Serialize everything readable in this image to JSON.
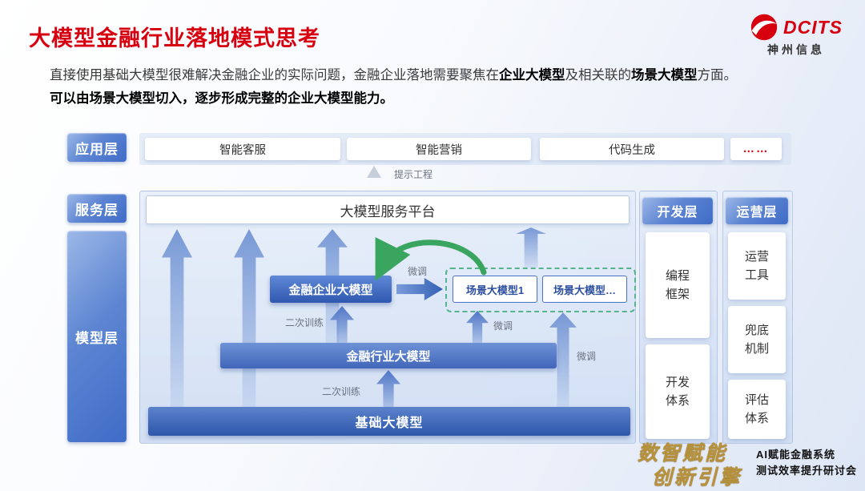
{
  "header": {
    "title": "大模型金融行业落地模式思考",
    "logo_brand": "DCITS",
    "logo_company": "神州信息"
  },
  "intro": {
    "p1_a": "直接使用基础大模型很难解决金融企业的实际问题，金融企业落地需要聚焦在",
    "p1_b": "企业大模型",
    "p1_c": "及相关联的",
    "p1_d": "场景大模型",
    "p1_e": "方面。",
    "p2": "可以由场景大模型切入，逐步形成完整的企业大模型能力。"
  },
  "app_layer": {
    "label": "应用层",
    "items": [
      "智能客服",
      "智能营销",
      "代码生成",
      "……"
    ],
    "hint": "提示工程"
  },
  "service_layer": {
    "label": "服务层",
    "platform": "大模型服务平台"
  },
  "model_layer": {
    "label": "模型层",
    "enterprise_model": "金融企业大模型",
    "scenario_models": [
      "场景大模型1",
      "场景大模型…"
    ],
    "industry_model": "金融行业大模型",
    "base_model": "基础大模型",
    "finetune_label": "微调",
    "retrain_label": "二次训练"
  },
  "dev_layer": {
    "label": "开发层",
    "items": [
      "编程框架",
      "开发体系"
    ]
  },
  "ops_layer": {
    "label": "运营层",
    "items": [
      "运营工具",
      "兜底机制",
      "评估体系"
    ]
  },
  "footer": {
    "slogan_line1": "数智赋能",
    "slogan_line2": "创新引擎",
    "event_line1": "AI赋能金融系统",
    "event_line2": "测试效率提升研讨会"
  },
  "colors": {
    "accent_red": "#d7000f",
    "badge_blue": "#3f6cc7",
    "green_arrow": "#3aa55f",
    "gold": "#b8923a"
  }
}
